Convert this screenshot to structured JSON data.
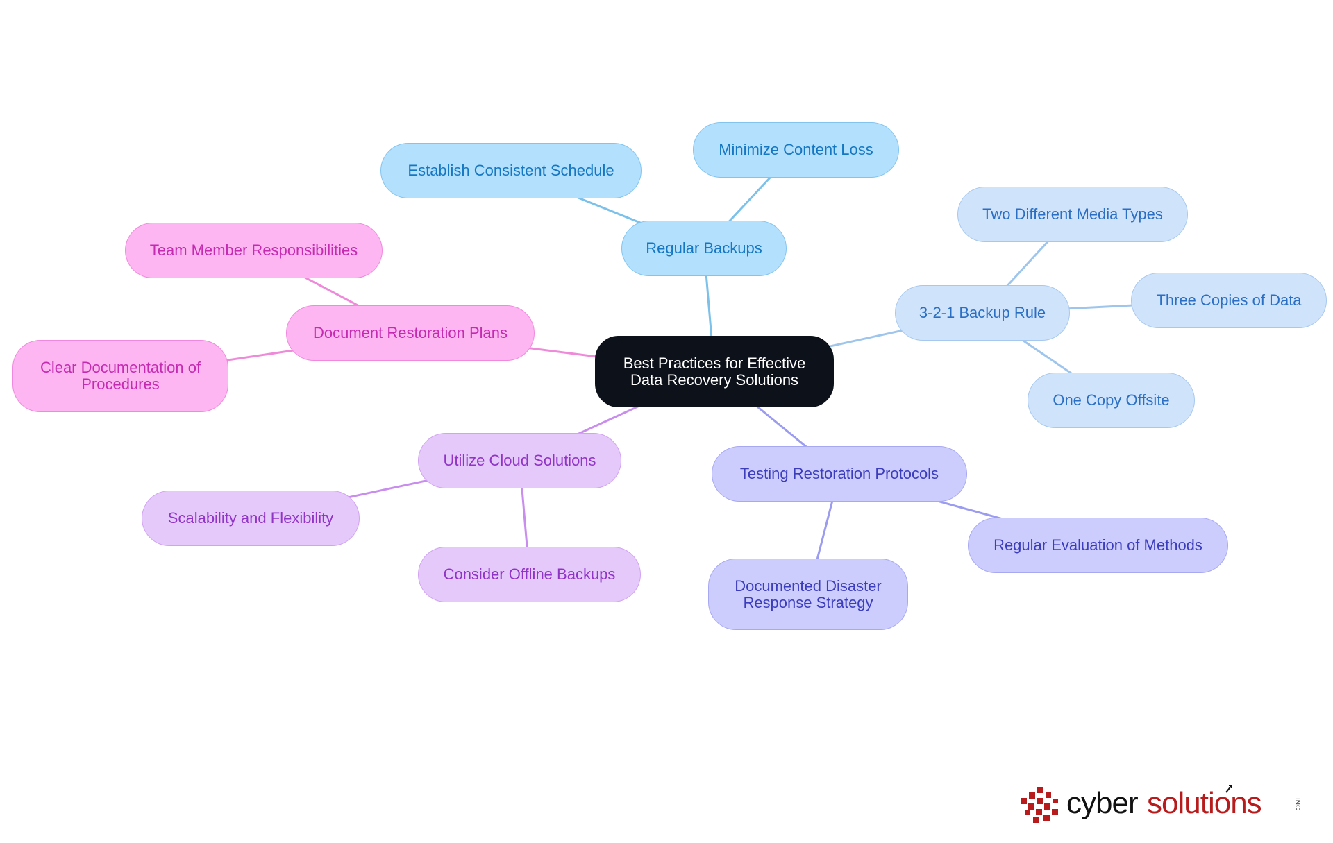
{
  "diagram": {
    "root": {
      "label": "Best Practices for Effective Data Recovery Solutions"
    },
    "branches": [
      {
        "id": "regular-backups",
        "label": "Regular Backups",
        "color": "#1577c2",
        "children": [
          {
            "id": "establish-schedule",
            "label": "Establish Consistent Schedule"
          },
          {
            "id": "minimize-loss",
            "label": "Minimize Content Loss"
          }
        ]
      },
      {
        "id": "backup-rule",
        "label": "3-2-1 Backup Rule",
        "color": "#2b6fc4",
        "children": [
          {
            "id": "two-media",
            "label": "Two Different Media Types"
          },
          {
            "id": "three-copies",
            "label": "Three Copies of Data"
          },
          {
            "id": "one-offsite",
            "label": "One Copy Offsite"
          }
        ]
      },
      {
        "id": "testing-protocols",
        "label": "Testing Restoration Protocols",
        "color": "#3c3dbd",
        "children": [
          {
            "id": "regular-evaluation",
            "label": "Regular Evaluation of Methods"
          },
          {
            "id": "documented-strategy",
            "label": "Documented Disaster Response Strategy"
          }
        ]
      },
      {
        "id": "cloud-solutions",
        "label": "Utilize Cloud Solutions",
        "color": "#9034c6",
        "children": [
          {
            "id": "scalability",
            "label": "Scalability and Flexibility"
          },
          {
            "id": "offline-backups",
            "label": "Consider Offline Backups"
          }
        ]
      },
      {
        "id": "restoration-plans",
        "label": "Document Restoration Plans",
        "color": "#c42bb1",
        "children": [
          {
            "id": "team-responsibilities",
            "label": "Team Member Responsibilities"
          },
          {
            "id": "clear-documentation",
            "label": "Clear Documentation of Procedures"
          }
        ]
      }
    ],
    "link_colors": {
      "regular-backups": "#7cc1ea",
      "backup-rule": "#9ec5ec",
      "testing-protocols": "#9b9cf0",
      "cloud-solutions": "#c98ded",
      "restoration-plans": "#ee8ad9"
    }
  },
  "logo": {
    "text_prefix": "cyber",
    "text_suffix": "solutions",
    "mark": "INC",
    "colors": {
      "prefix": "#111111",
      "suffix": "#b81b1b",
      "cubes": "#b81b1b"
    }
  }
}
